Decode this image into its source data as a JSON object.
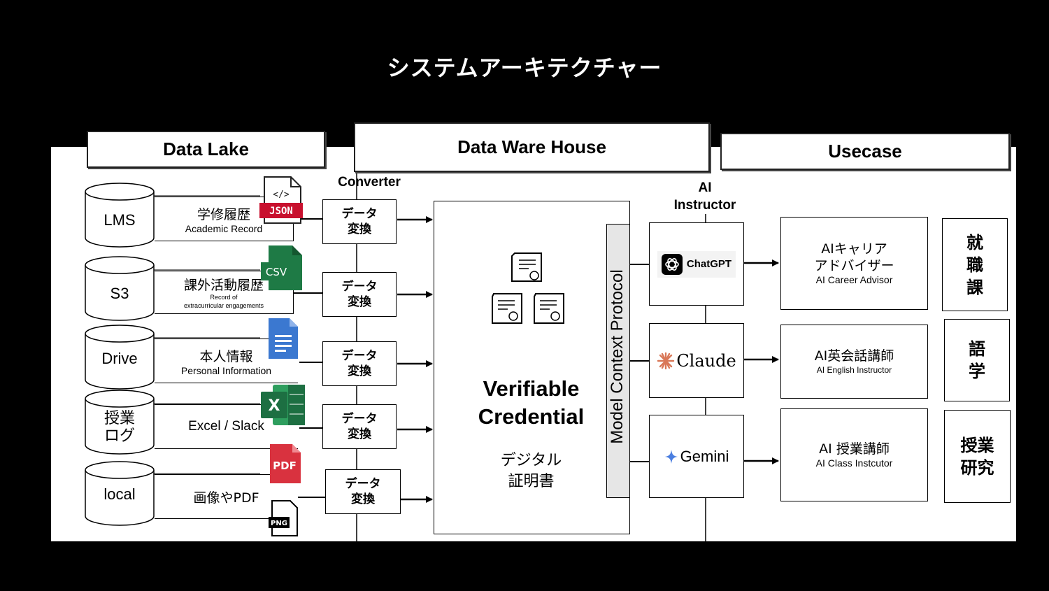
{
  "title": "システムアーキテクチャー",
  "sections": {
    "data_lake": "Data Lake",
    "dwh": "Data Ware House",
    "usecase": "Usecase"
  },
  "labels": {
    "converter": "Converter",
    "ai_instructor": "AI\nInstructor"
  },
  "sources": [
    {
      "name": "LMS",
      "record_jp": "学修履歴",
      "record_en": "Academic Record",
      "file": "JSON"
    },
    {
      "name": "S3",
      "record_jp": "課外活動履歴",
      "record_en": "Record of\nextracurricular engagements",
      "file": "CSV"
    },
    {
      "name": "Drive",
      "record_jp": "本人情報",
      "record_en": "Personal Information",
      "file": "Docs"
    },
    {
      "name": "授業\nログ",
      "record_jp": "",
      "record_en": "Excel / Slack",
      "file": "Excel"
    },
    {
      "name": "local",
      "record_jp": "画像やPDF",
      "record_en": "",
      "file": "PDF / PNG"
    }
  ],
  "file_icons": {
    "json": "JSON",
    "csv": "CSV",
    "excel": "X",
    "pdf": "PDF",
    "png": "PNG"
  },
  "converter_label": "データ\n変換",
  "vc": {
    "title": "Verifiable\nCredential",
    "subtitle": "デジタル\n証明書"
  },
  "mcp": "Model Context Protocol",
  "ai_tools": [
    {
      "name": "ChatGPT",
      "icon": "openai-icon"
    },
    {
      "name": "Claude",
      "icon": "claude-icon"
    },
    {
      "name": "Gemini",
      "icon": "gemini-icon"
    }
  ],
  "usecases": [
    {
      "jp": "AIキャリア\nアドバイザー",
      "en": "AI Career Advisor"
    },
    {
      "jp": "AI英会話講師",
      "en": "AI English Instructor"
    },
    {
      "jp": "AI 授業講師",
      "en": "AI Class Instcutor"
    }
  ],
  "departments": [
    "就\n職\n課",
    "語\n学",
    "授業\n研究"
  ],
  "colors": {
    "background": "#000000",
    "canvas": "#ffffff",
    "mcp_fill": "#e6e6e6",
    "json_red": "#c8102e",
    "csv_green": "#1e7a45",
    "docs_blue": "#3b78d0",
    "excel_green": "#1d6f42",
    "pdf_red": "#d9323f",
    "claude_orange": "#d97757",
    "gemini_blue": "#4a7ee0"
  }
}
